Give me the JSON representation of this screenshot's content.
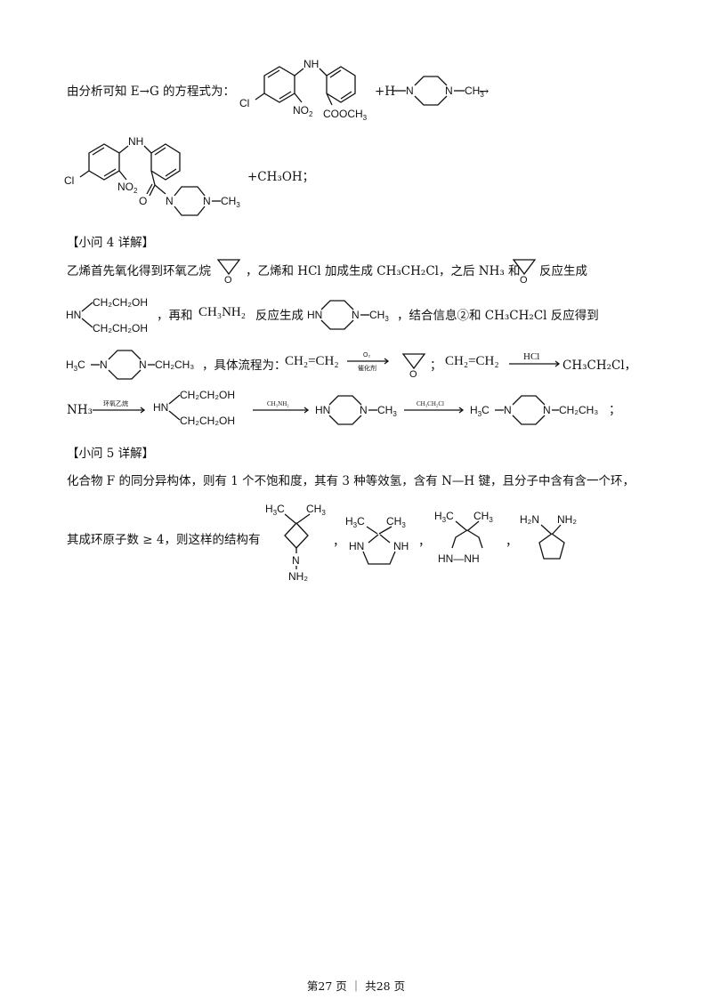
{
  "eq_intro": "由分析可知 E→G 的方程式为：",
  "eq_plus_h": "+H",
  "eq_arrow": "→",
  "eq_product_tail": "+CH₃OH；",
  "labels": {
    "nh": "NH",
    "cl": "Cl",
    "no2": "NO",
    "no2_sub": "2",
    "cooch3": "COOCH",
    "cooch3_sub": "3",
    "n": "N",
    "ch3": "CH",
    "ch3_sub": "3",
    "o": "O",
    "hn": "HN",
    "h3c": "H",
    "h3c_sub": "3",
    "h3c_c": "C",
    "ch2ch2oh": "CH₂CH₂OH",
    "ch2ch3": "CH₂CH₃",
    "nh2": "NH₂",
    "h2n": "H₂N",
    "hnnh": "HN—NH"
  },
  "q4_header": "【小问 4 详解】",
  "q4_line1_a": "乙烯首先氧化得到环氧乙烷",
  "q4_line1_b": "，乙烯和 HCl 加成生成 CH₃CH₂Cl，之后 NH₃ 和",
  "q4_line1_c": "反应生成",
  "q4_line2_a": "，再和",
  "q4_line2_ch3nh2": "CH₃NH₂",
  "q4_line2_b": "反应生成",
  "q4_line2_c": "，结合信息②和 CH₃CH₂Cl 反应得到",
  "q4_line3_a": "，具体流程为：",
  "q4_ethene": "CH₂=CH₂",
  "q4_o2": "O₂",
  "q4_cat": "催化剂",
  "q4_semicolon": "；",
  "q4_hcl": "HCl",
  "q4_ch3ch2cl": "CH₃CH₂Cl，",
  "q4_nh3": "NH₃",
  "q4_arrow_epoxide": "环氧乙烷",
  "q4_arrow_ch3nh2": "CH₃NH₂",
  "q4_arrow_ch3ch2cl": "CH₃CH₂Cl",
  "q4_end": "；",
  "q5_header": "【小问 5 详解】",
  "q5_line1": "化合物 F 的同分异构体，则有 1 个不饱和度，其有 3 种等效氢，含有 N—H 键，且分子中含有含一个环，",
  "q5_line2": "其成环原子数 ≥ 4，则这样的结构有",
  "q5_comma": "，",
  "footer": "第27 页 ｜ 共28 页"
}
